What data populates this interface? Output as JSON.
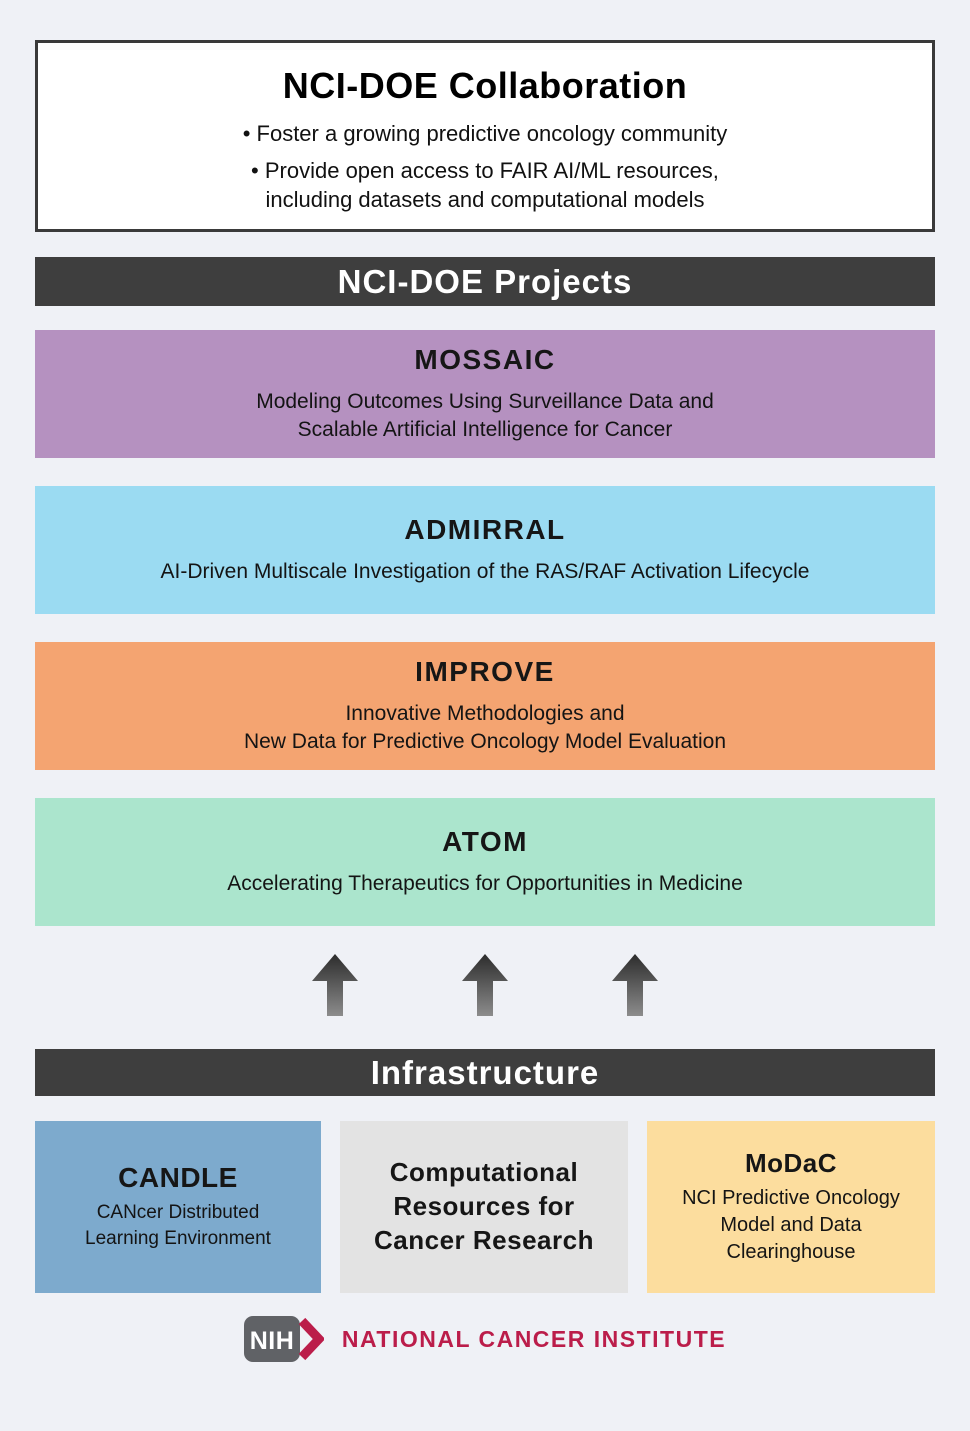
{
  "collaboration": {
    "title": "NCI-DOE Collaboration",
    "bullets": [
      "• Foster a growing predictive oncology community",
      "• Provide open access to FAIR AI/ML resources,\nincluding datasets and computational models"
    ]
  },
  "projects_banner": "NCI-DOE Projects",
  "projects": [
    {
      "name": "MOSSAIC",
      "description": "Modeling Outcomes Using Surveillance Data and\nScalable Artificial Intelligence for Cancer",
      "color": "#b591c0"
    },
    {
      "name": "ADMIRRAL",
      "description": "AI-Driven Multiscale Investigation of the RAS/RAF Activation Lifecycle",
      "color": "#9bdbf2"
    },
    {
      "name": "IMPROVE",
      "description": "Innovative Methodologies and\nNew Data for Predictive Oncology Model Evaluation",
      "color": "#f4a471"
    },
    {
      "name": "ATOM",
      "description": "Accelerating Therapeutics for Opportunities in Medicine",
      "color": "#abe5cd"
    }
  ],
  "infrastructure": {
    "banner": "Infrastructure",
    "items": [
      {
        "name": "CANDLE",
        "description": "CANcer Distributed\nLearning Environment",
        "color": "#7daacd"
      },
      {
        "name": "Computational\nResources for\nCancer Research",
        "description": "",
        "color": "#e3e3e3"
      },
      {
        "name": "MoDaC",
        "description": "NCI Predictive Oncology\nModel and Data\nClearinghouse",
        "color": "#fcdd9e"
      }
    ]
  },
  "footer": {
    "nih_acronym": "NIH",
    "org_name": "NATIONAL CANCER INSTITUTE"
  },
  "icons": {
    "up_arrow": "arrow-up",
    "nih_chevron": "chevron-right"
  },
  "colors": {
    "page_bg": "#eff1f6",
    "banner_bg": "#3e3e3e",
    "box_border": "#3a3a3a",
    "crimson": "#bb1d4a",
    "nih_gray": "#606266",
    "arrow_top": "#2c2c2c",
    "arrow_bottom": "#8c8c8c"
  }
}
